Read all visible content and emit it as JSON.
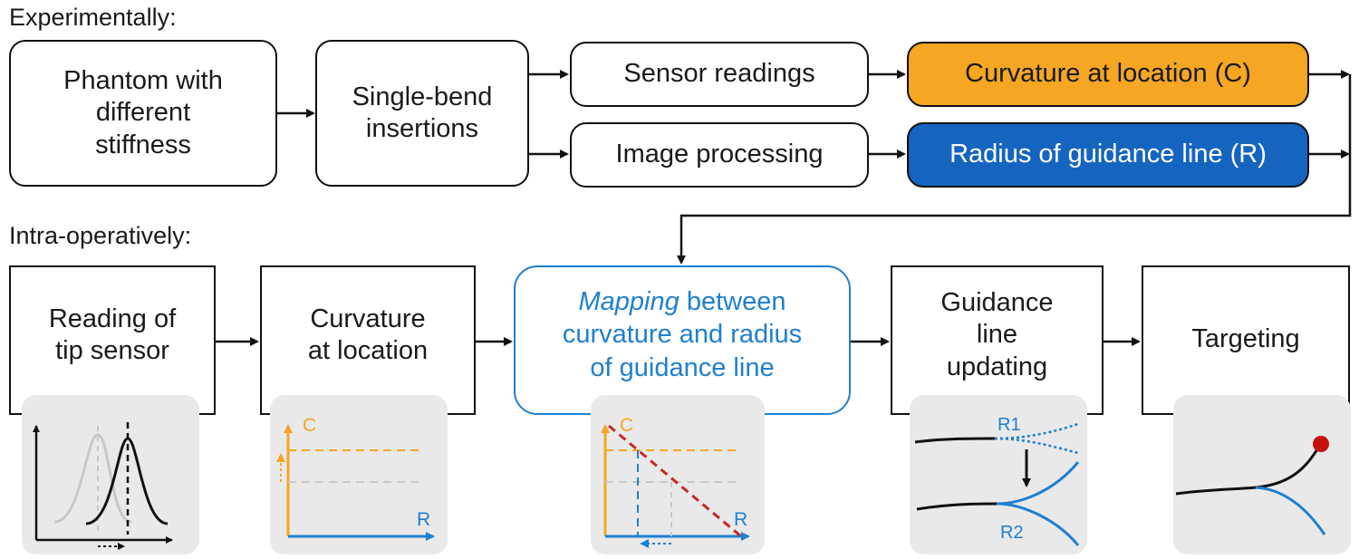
{
  "labels": {
    "experimentally": "Experimentally:",
    "intra_operatively": "Intra-operatively:"
  },
  "top_row": {
    "phantom": "Phantom with\ndifferent\nstiffness",
    "single_bend": "Single-bend\ninsertions",
    "sensor_readings": "Sensor readings",
    "image_processing": "Image processing",
    "curvature_at_location": "Curvature at location (C)",
    "radius_guidance_line": "Radius of guidance line (R)"
  },
  "bottom_row": {
    "reading_tip_sensor": "Reading of\ntip sensor",
    "curvature_at_location": "Curvature\nat location",
    "mapping_italic": "Mapping",
    "mapping_rest": " between\ncurvature and radius\nof guidance line",
    "guidance_line_updating": "Guidance\nline\nupdating",
    "targeting": "Targeting"
  },
  "plots": {
    "c_label": "C",
    "r_label": "R",
    "r1_label": "R1",
    "r2_label": "R2"
  },
  "colors": {
    "orange": "#f5a623",
    "blue": "#1565c0",
    "light_blue": "#1f7fd0",
    "red_dashed": "#c62828",
    "target_dot": "#c40f0f",
    "panel_gray": "#e9e9e9"
  }
}
